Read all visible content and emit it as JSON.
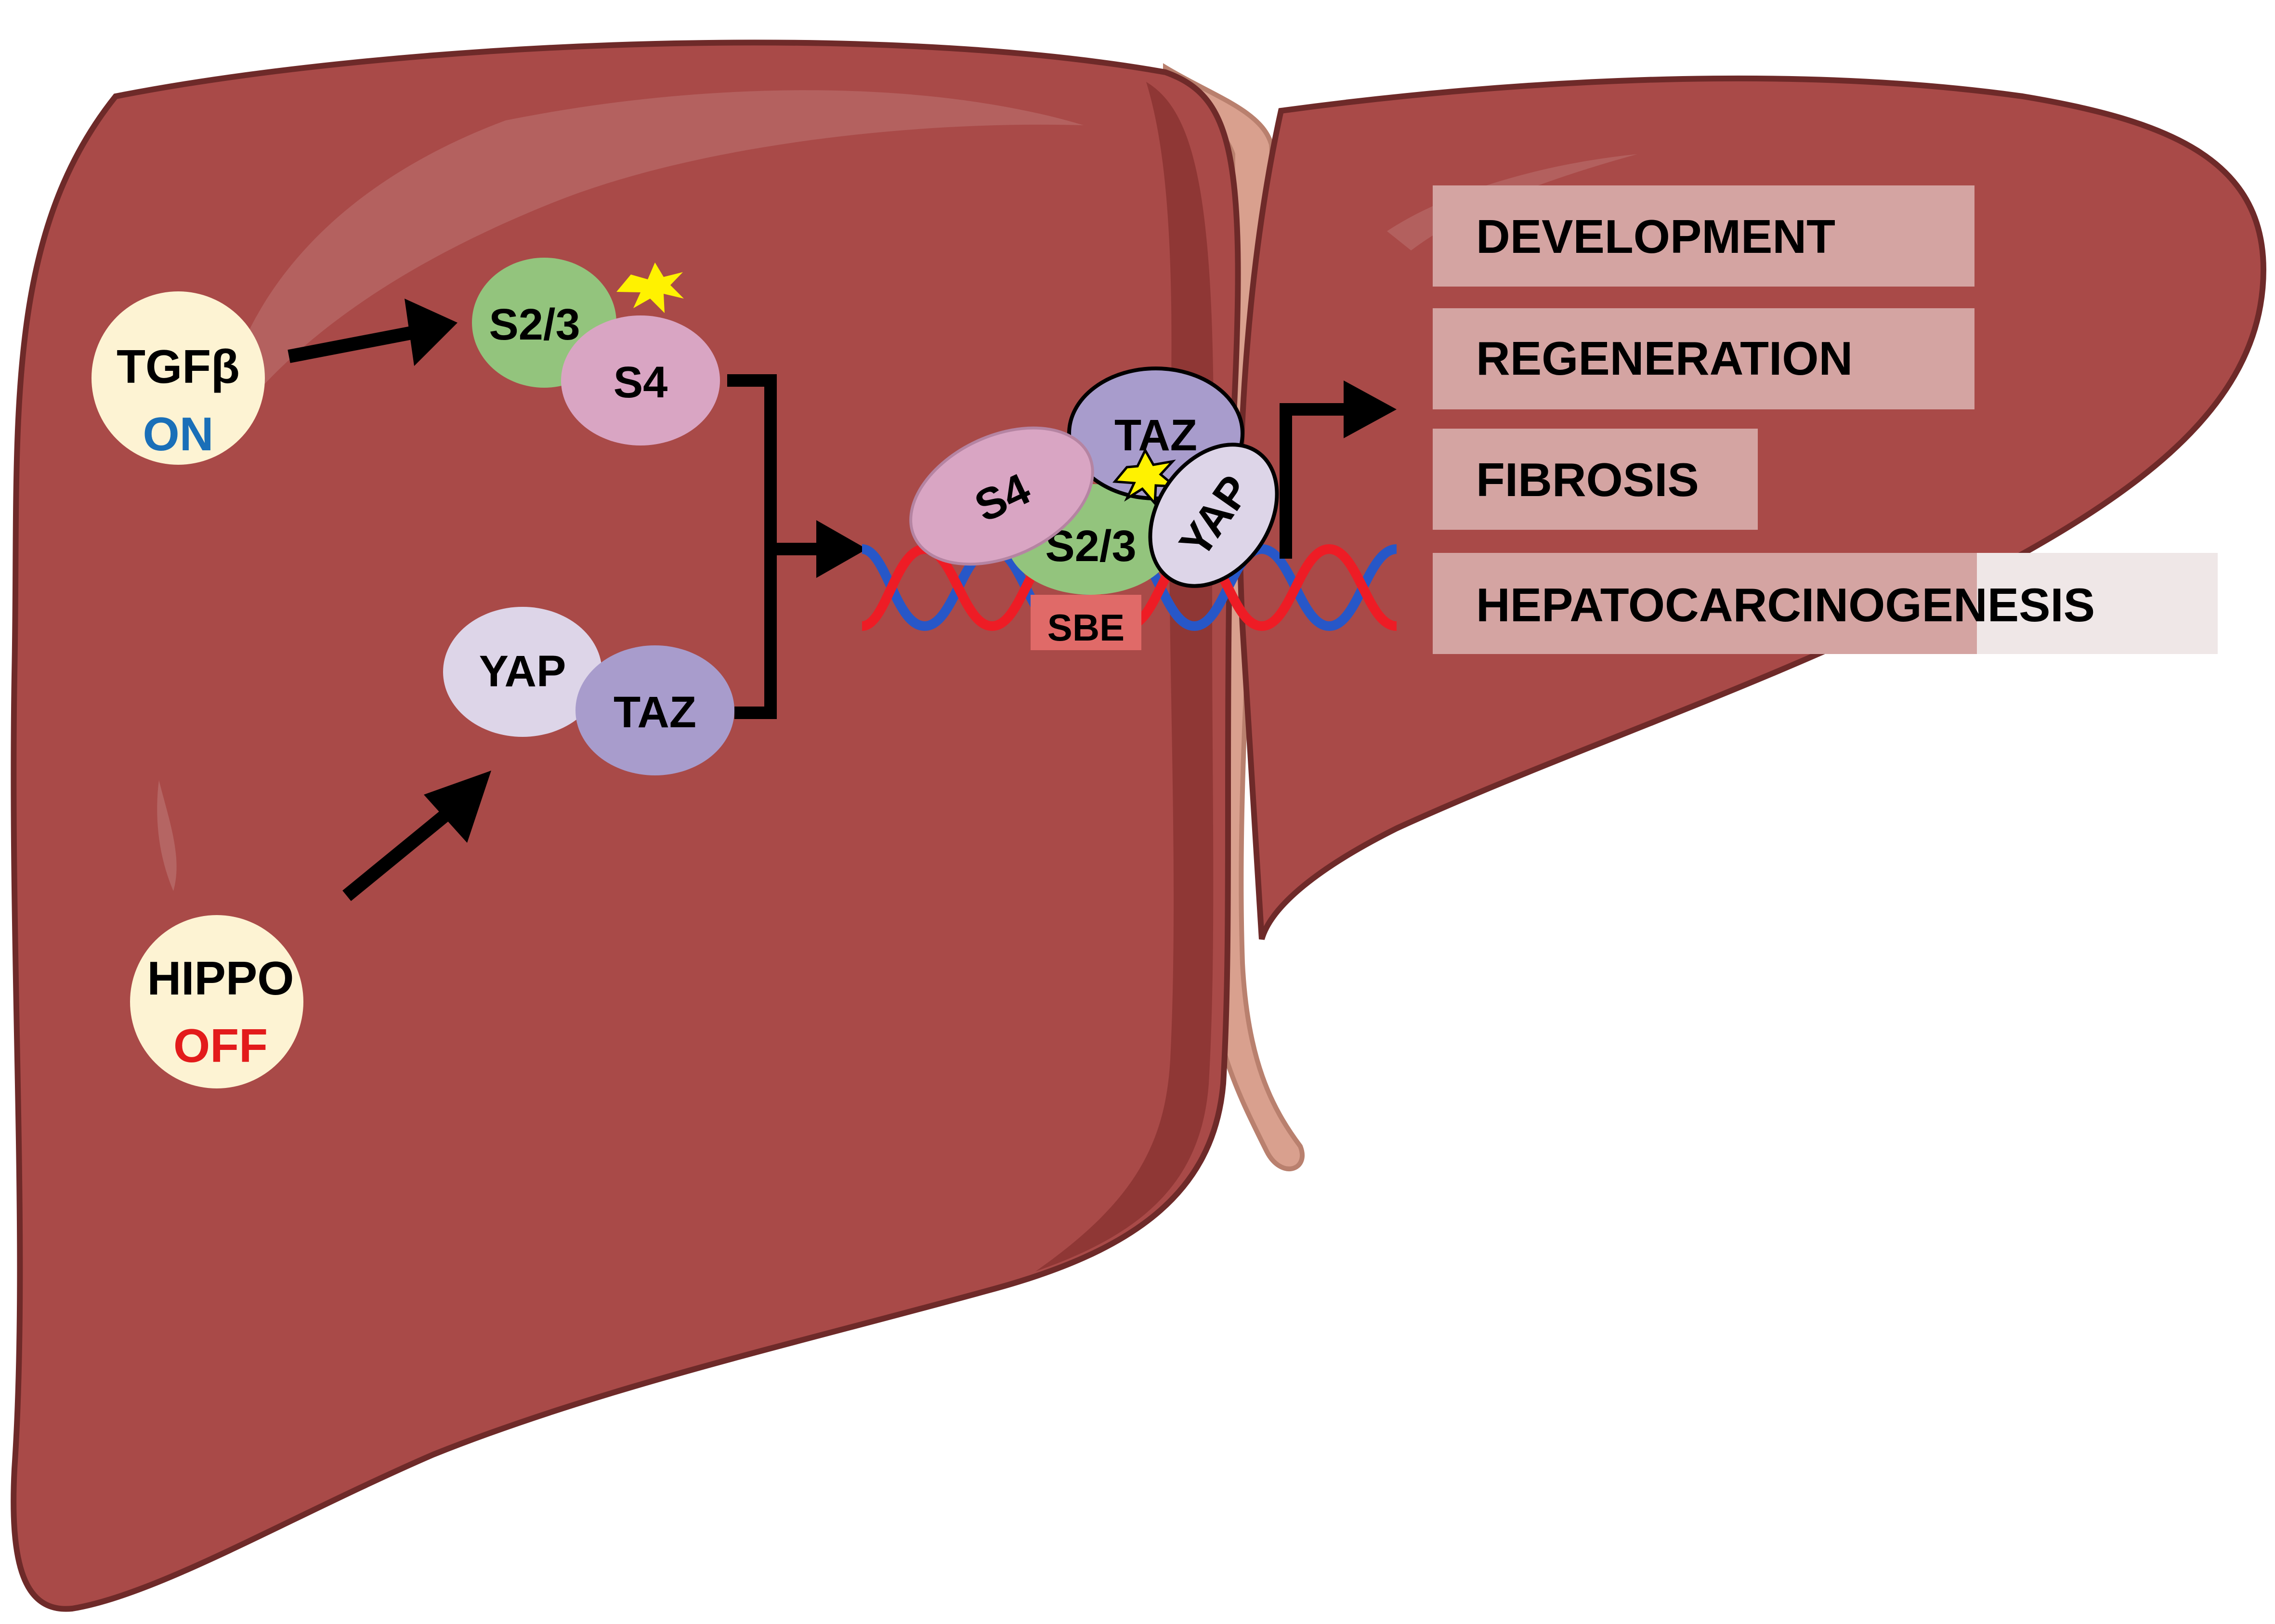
{
  "signals": {
    "tgfb": {
      "name": "TGFβ",
      "state": "ON",
      "state_color": "#1a6fb8"
    },
    "hippo": {
      "name": "HIPPO",
      "state": "OFF",
      "state_color": "#e31b1b"
    }
  },
  "proteins": {
    "s23": "S2/3",
    "s4": "S4",
    "yap": "YAP",
    "taz": "TAZ"
  },
  "complex": {
    "s4": "S4",
    "taz": "TAZ",
    "s23": "S2/3",
    "yap": "YAP",
    "sbe": "SBE"
  },
  "outcomes": [
    "DEVELOPMENT",
    "REGENERATION",
    "FIBROSIS",
    "HEPATOCARCINOGENESIS"
  ],
  "colors": {
    "liver": "#a94a48",
    "liver_dark": "#8b3433",
    "ligament": "#d9a08e",
    "signal_bg": "#fdf3d3",
    "smad23": "#93c47d",
    "smad4": "#d9a5c3",
    "yap": "#ddd5e8",
    "taz": "#a89ccc",
    "star": "#fff200",
    "dna_red": "#ee1c25",
    "dna_blue": "#2757c8",
    "outcome_box": "#d4a4a2",
    "sbe_box": "#e06a68"
  }
}
